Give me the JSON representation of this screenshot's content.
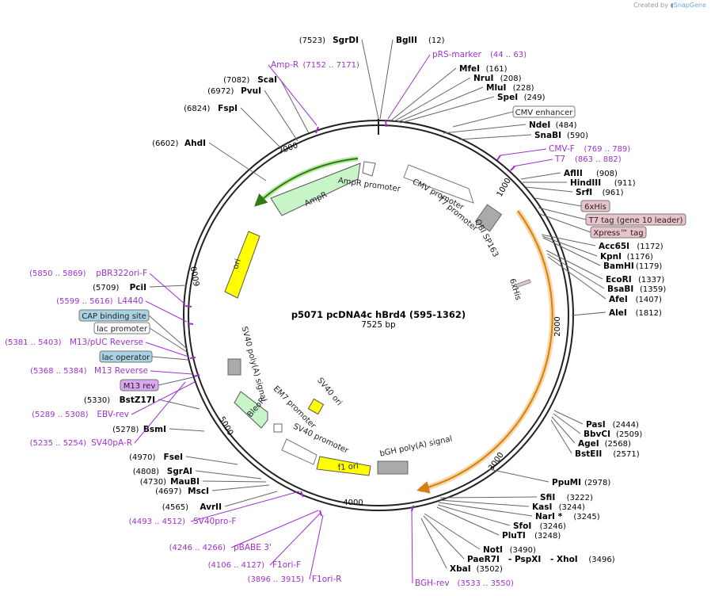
{
  "header": {
    "created_by": "Created by",
    "brand": "SnapGene"
  },
  "plasmid": {
    "name": "p5071 pcDNA4c hBrd4 (595-1362)",
    "length_label": "7525 bp"
  },
  "ticks": [
    "1000",
    "2000",
    "3000",
    "4000",
    "5000",
    "6000",
    "7000"
  ],
  "sites": [
    {
      "name": "SgrDI",
      "pos": "(7523)"
    },
    {
      "name": "BglII",
      "pos": "(12)"
    },
    {
      "name": "MfeI",
      "pos": "(161)"
    },
    {
      "name": "NruI",
      "pos": "(208)"
    },
    {
      "name": "MluI",
      "pos": "(228)"
    },
    {
      "name": "SpeI",
      "pos": "(249)"
    },
    {
      "name": "NdeI",
      "pos": "(484)"
    },
    {
      "name": "SnaBI",
      "pos": "(590)"
    },
    {
      "name": "AflII",
      "pos": "(908)"
    },
    {
      "name": "HindIII",
      "pos": "(911)"
    },
    {
      "name": "SrfI",
      "pos": "(961)"
    },
    {
      "name": "Acc65I",
      "pos": "(1172)"
    },
    {
      "name": "KpnI",
      "pos": "(1176)"
    },
    {
      "name": "BamHI",
      "pos": "(1179)"
    },
    {
      "name": "EcoRI",
      "pos": "(1337)"
    },
    {
      "name": "BsaBI",
      "pos": "(1359)"
    },
    {
      "name": "AfeI",
      "pos": "(1407)"
    },
    {
      "name": "AleI",
      "pos": "(1812)"
    },
    {
      "name": "PasI",
      "pos": "(2444)"
    },
    {
      "name": "BbvCI",
      "pos": "(2509)"
    },
    {
      "name": "AgeI",
      "pos": "(2568)"
    },
    {
      "name": "BstEII",
      "pos": "(2571)"
    },
    {
      "name": "PpuMI",
      "pos": "(2978)"
    },
    {
      "name": "SfiI",
      "pos": "(3222)"
    },
    {
      "name": "KasI",
      "pos": "(3244)"
    },
    {
      "name": "NarI *",
      "pos": "(3245)"
    },
    {
      "name": "SfoI",
      "pos": "(3246)"
    },
    {
      "name": "PluTI",
      "pos": "(3248)"
    },
    {
      "name": "NotI",
      "pos": "(3490)"
    },
    {
      "name": "PaeR7I",
      "pos": ""
    },
    {
      "name": "- PspXI",
      "pos": ""
    },
    {
      "name": "- XhoI",
      "pos": "(3496)"
    },
    {
      "name": "XbaI",
      "pos": "(3502)"
    },
    {
      "name": "AvrII",
      "pos": "(4565)"
    },
    {
      "name": "MscI",
      "pos": "(4697)"
    },
    {
      "name": "MauBI",
      "pos": "(4730)"
    },
    {
      "name": "SgrAI",
      "pos": "(4808)"
    },
    {
      "name": "FseI",
      "pos": "(4970)"
    },
    {
      "name": "BsmI",
      "pos": "(5278)"
    },
    {
      "name": "BstZ17I",
      "pos": "(5330)"
    },
    {
      "name": "PciI",
      "pos": "(5709)"
    },
    {
      "name": "AhdI",
      "pos": "(6602)"
    },
    {
      "name": "FspI",
      "pos": "(6824)"
    },
    {
      "name": "PvuI",
      "pos": "(6972)"
    },
    {
      "name": "ScaI",
      "pos": "(7082)"
    }
  ],
  "primers": [
    {
      "name": "pRS-marker",
      "range": "(44 .. 63)"
    },
    {
      "name": "Amp-R",
      "range": "(7152 .. 7171)"
    },
    {
      "name": "CMV-F",
      "range": "(769 .. 789)"
    },
    {
      "name": "T7",
      "range": "(863 .. 882)"
    },
    {
      "name": "pBR322ori-F",
      "range": "(5850 .. 5869)"
    },
    {
      "name": "L4440",
      "range": "(5599 .. 5616)"
    },
    {
      "name": "M13/pUC Reverse",
      "range": "(5381 .. 5403)"
    },
    {
      "name": "M13 Reverse",
      "range": "(5368 .. 5384)"
    },
    {
      "name": "EBV-rev",
      "range": "(5289 .. 5308)"
    },
    {
      "name": "SV40pA-R",
      "range": "(5235 .. 5254)"
    },
    {
      "name": "SV40pro-F",
      "range": "(4493 .. 4512)"
    },
    {
      "name": "pBABE 3'",
      "range": "(4246 .. 4266)"
    },
    {
      "name": "F1ori-F",
      "range": "(4106 .. 4127)"
    },
    {
      "name": "F1ori-R",
      "range": "(3896 .. 3915)"
    },
    {
      "name": "BGH-rev",
      "range": "(3533 .. 3550)"
    }
  ],
  "boxed_labels": {
    "cmv_enhancer": "CMV enhancer",
    "his6": "6xHis",
    "t7_tag": "T7 tag (gene 10 leader)",
    "xpress": "Xpress™ tag",
    "cap": "CAP binding site",
    "lac_promoter": "lac promoter",
    "lac_operator": "lac operator",
    "m13rev": "M13 rev"
  },
  "features": {
    "ampr_promoter": "AmpR promoter",
    "ampr": "AmpR",
    "ori": "ori",
    "cmv_promoter": "CMV promoter",
    "t7_promoter": "T7 promoter",
    "qbi": "QBI SP163",
    "his6_inner": "6xHis",
    "sv40_polya": "SV40 poly(A) signal",
    "em7": "EM7 promoter",
    "bleor": "BleoR",
    "sv40_ori": "SV40 ori",
    "sv40_promoter": "SV40 promoter",
    "f1ori": "f1 ori",
    "bgh": "bGH poly(A) signal"
  },
  "colors": {
    "primer": "#a030d0",
    "ampr_fill": "#c8f5c8",
    "ori_fill": "#ffff00",
    "insert": "#f5a623",
    "tag_pink": "#e8c3cc",
    "tag_blue": "#a9d3e3",
    "tag_purple": "#d9a6f0"
  }
}
